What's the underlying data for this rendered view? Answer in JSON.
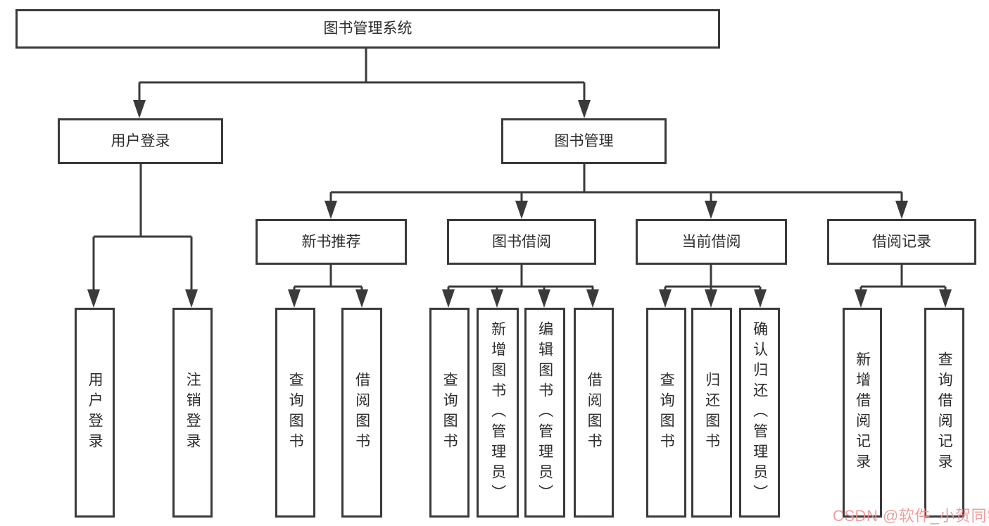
{
  "tree": {
    "root": {
      "label": "图书管理系统"
    },
    "branches": [
      {
        "label": "用户登录",
        "leaves": [
          {
            "label": "用户登录"
          },
          {
            "label": "注销登录"
          }
        ]
      },
      {
        "label": "图书管理",
        "groups": [
          {
            "label": "新书推荐",
            "leaves": [
              {
                "label": "查询图书"
              },
              {
                "label": "借阅图书"
              }
            ]
          },
          {
            "label": "图书借阅",
            "leaves": [
              {
                "label": "查询图书"
              },
              {
                "label": "新增图书（管理员）"
              },
              {
                "label": "编辑图书（管理员）"
              },
              {
                "label": "借阅图书"
              }
            ]
          },
          {
            "label": "当前借阅",
            "leaves": [
              {
                "label": "查询图书"
              },
              {
                "label": "归还图书"
              },
              {
                "label": "确认归还（管理员）"
              }
            ]
          },
          {
            "label": "借阅记录",
            "leaves": [
              {
                "label": "新增借阅记录"
              },
              {
                "label": "查询借阅记录"
              }
            ]
          }
        ]
      }
    ]
  },
  "watermark": {
    "text": "CSDN @软件_小贺同学",
    "color": "#ef9191"
  },
  "colors": {
    "line": "#3a3a3a",
    "box_border": "#3a3a3a",
    "text": "#2d2d2d",
    "background": "#ffffff"
  }
}
